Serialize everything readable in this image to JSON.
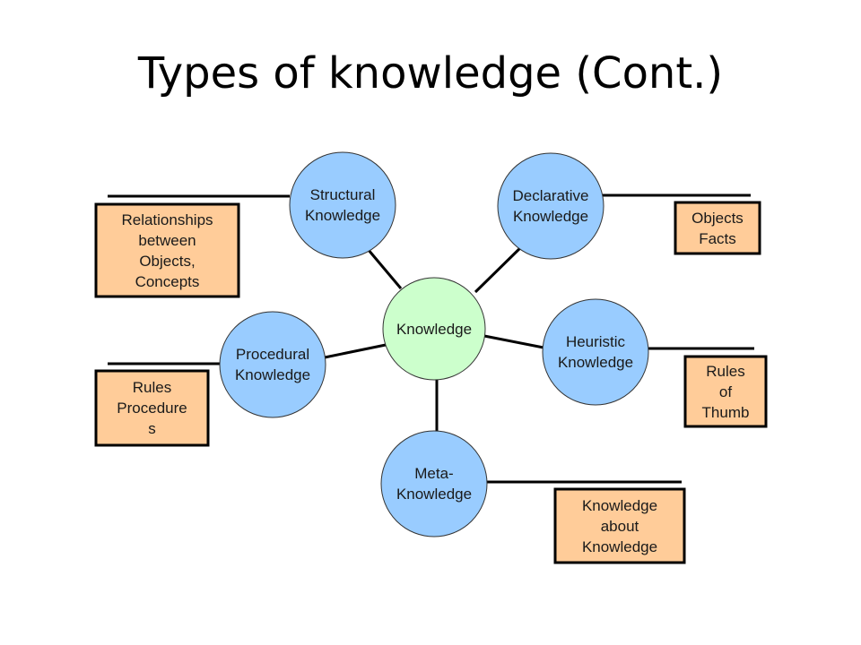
{
  "title": "Types of knowledge (Cont.)",
  "colors": {
    "center_fill": "#ccffcc",
    "node_fill": "#99ccff",
    "box_fill": "#ffcc99",
    "outline": "#000000"
  },
  "center": {
    "lines": [
      "Knowledge"
    ]
  },
  "nodes": [
    {
      "id": "structural",
      "lines": [
        "Structural",
        "Knowledge"
      ],
      "box": [
        "Relationships",
        "between",
        "Objects,",
        "Concepts"
      ]
    },
    {
      "id": "declarative",
      "lines": [
        "Declarative",
        "Knowledge"
      ],
      "box": [
        "Objects",
        "Facts"
      ]
    },
    {
      "id": "procedural",
      "lines": [
        "Procedural",
        "Knowledge"
      ],
      "box": [
        "Rules",
        "Procedure",
        "s"
      ]
    },
    {
      "id": "heuristic",
      "lines": [
        "Heuristic",
        "Knowledge"
      ],
      "box": [
        "Rules",
        "of",
        "Thumb"
      ]
    },
    {
      "id": "meta",
      "lines": [
        "Meta-",
        "Knowledge"
      ],
      "box": [
        "Knowledge",
        "about",
        "Knowledge"
      ]
    }
  ]
}
